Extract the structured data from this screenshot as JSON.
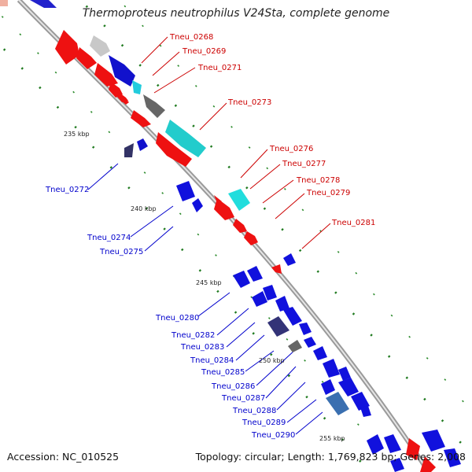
{
  "title": "Thermoproteus neutrophilus V24Sta, complete genome",
  "footer": {
    "accession": "Accession: NC_010525",
    "summary": "Topology: circular; Length: 1,769,823 bp; Genes: 2,008"
  },
  "colors": {
    "forward_gene": "#ee1111",
    "reverse_gene": "#1111dd",
    "highlight_gene": "#22cccc",
    "pseudo_gene": "#777777",
    "rna_gene": "#333366",
    "forward_label": "#cc0000",
    "reverse_label": "#0000cc",
    "backbone": "#a8a8a8",
    "gc_marks": "#228b22"
  },
  "scale_labels": [
    "235 kbp",
    "240 kbp",
    "245 kbp",
    "250 kbp",
    "255 kbp"
  ],
  "forward_labels": [
    "Tneu_0268",
    "Tneu_0269",
    "Tneu_0271",
    "Tneu_0273",
    "Tneu_0276",
    "Tneu_0277",
    "Tneu_0278",
    "Tneu_0279",
    "Tneu_0281"
  ],
  "reverse_labels": [
    "Tneu_0272",
    "Tneu_0274",
    "Tneu_0275",
    "Tneu_0280",
    "Tneu_0282",
    "Tneu_0283",
    "Tneu_0284",
    "Tneu_0285",
    "Tneu_0286",
    "Tneu_0287",
    "Tneu_0288",
    "Tneu_0289",
    "Tneu_0290"
  ]
}
